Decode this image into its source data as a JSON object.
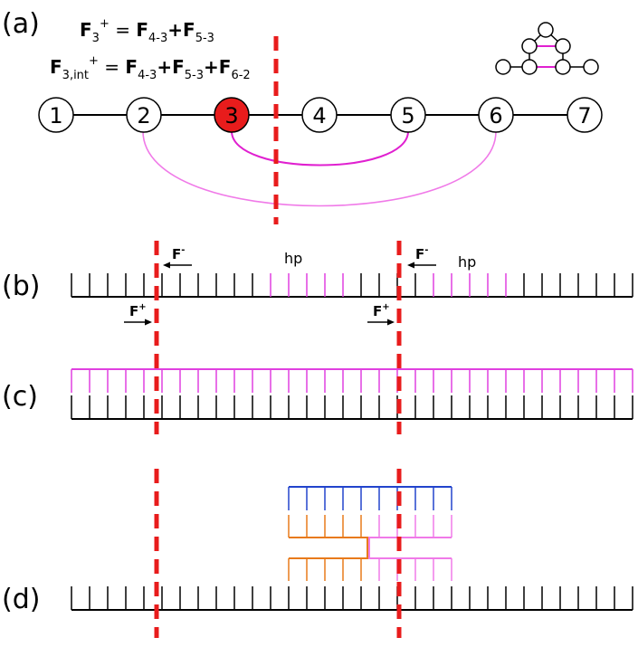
{
  "panels": {
    "a": "(a)",
    "b": "(b)",
    "c": "(c)",
    "d": "(d)"
  },
  "equations": {
    "eq1": {
      "F": "F",
      "sub1": "3",
      "sup1": "+",
      "eqsign": " = ",
      "t1": "F",
      "t1sub": "4-3",
      "plus1": "+",
      "t2": "F",
      "t2sub": "5-3"
    },
    "eq2": {
      "F": "F",
      "sub1": "3,int",
      "sup1": "+",
      "eqsign": " = ",
      "t1": "F",
      "t1sub": "4-3",
      "plus1": "+",
      "t2": "F",
      "t2sub": "5-3",
      "plus2": "+",
      "t3": "F",
      "t3sub": "6-2"
    }
  },
  "chain_nodes": [
    "1",
    "2",
    "3",
    "4",
    "5",
    "6",
    "7"
  ],
  "highlighted_node": "3",
  "labels_b": {
    "f_minus_1": "F",
    "f_minus_1_sup": "-",
    "f_minus_2": "F",
    "f_minus_2_sup": "-",
    "f_plus_1": "F",
    "f_plus_1_sup": "+",
    "f_plus_2": "F",
    "f_plus_2_sup": "+",
    "hp1": "hp",
    "hp2": "hp"
  },
  "colors": {
    "cut": "#e81c1c",
    "node_highlight": "#e81c1c",
    "arc_inner": "#e020d0",
    "arc_outer": "#f07ae8",
    "hp": "#e040e0",
    "blue": "#2244cc",
    "orange": "#e87a1a",
    "pink": "#f07ae8",
    "black": "#000000"
  }
}
